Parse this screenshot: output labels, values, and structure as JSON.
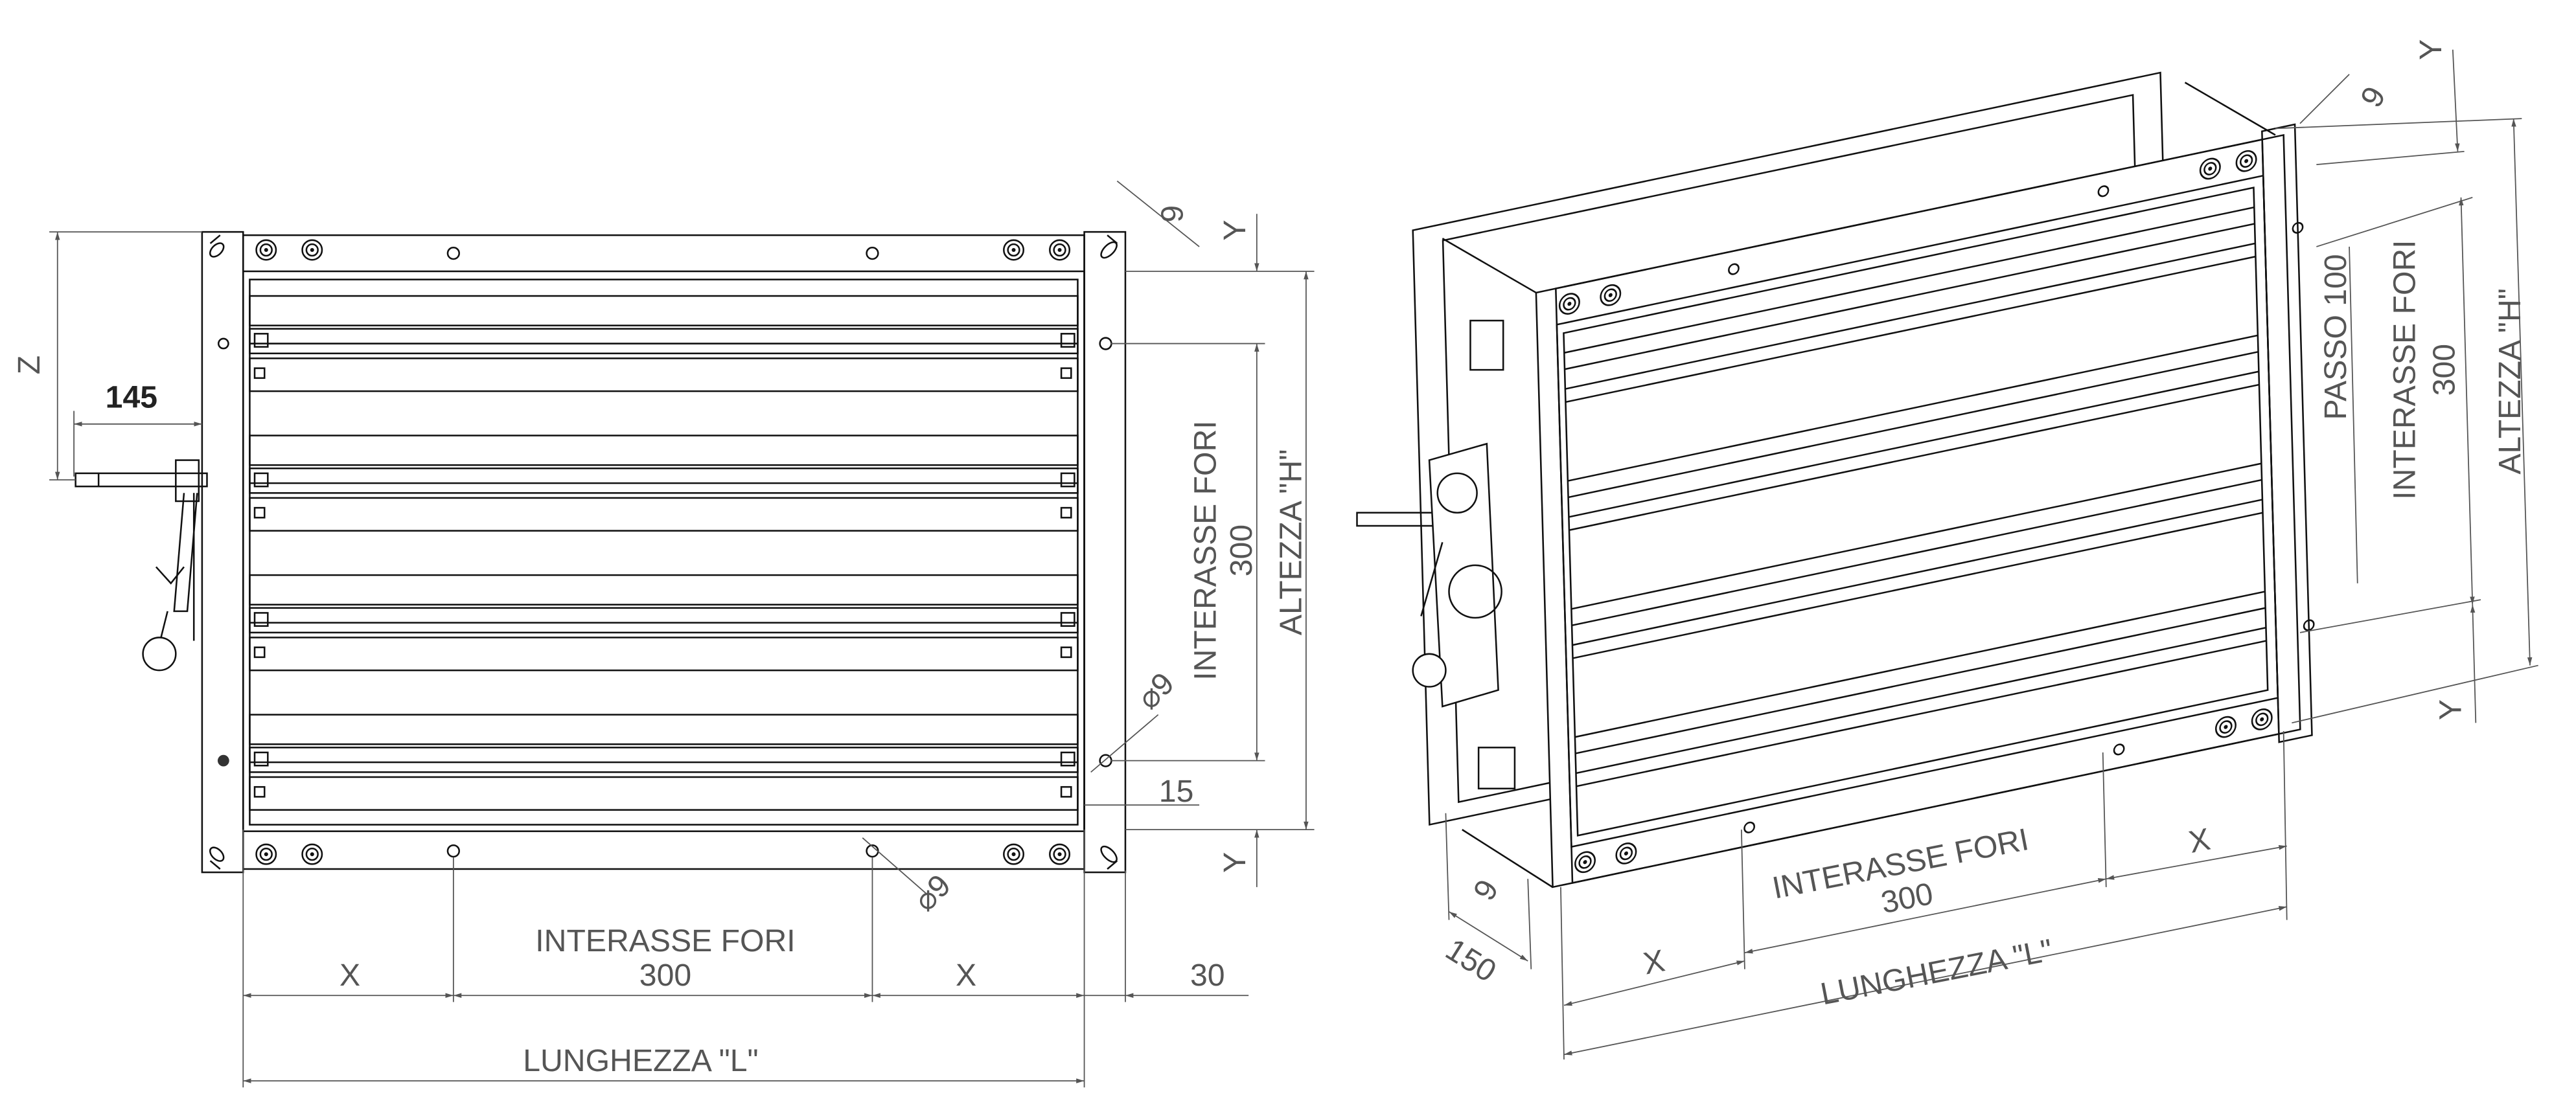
{
  "front_view": {
    "z_label": "Z",
    "handle_offset": "145",
    "slot_top": "9",
    "y_top": "Y",
    "y_bottom": "Y",
    "height_label": "ALTEZZA \"H\"",
    "hole_spacing_v_label": "INTERASSE FORI",
    "hole_spacing_v_value": "300",
    "hole_dia_right": "⌀9",
    "edge_15": "15",
    "hole_dia_bottom": "⌀9",
    "hole_spacing_h_label": "INTERASSE FORI",
    "hole_spacing_h_value": "300",
    "x_left": "X",
    "x_right": "X",
    "flange_30": "30",
    "length_label": "LUNGHEZZA \"L\""
  },
  "iso_view": {
    "y_top": "Y",
    "slot_top": "9",
    "pitch_label": "PASSO 100",
    "hole_spacing_v_label": "INTERASSE FORI",
    "hole_spacing_v_value": "300",
    "height_label": "ALTEZZA \"H\"",
    "y_bottom": "Y",
    "slot_bottom": "9",
    "depth": "150",
    "hole_spacing_h_label": "INTERASSE FORI",
    "hole_spacing_h_value": "300",
    "x_left": "X",
    "x_right": "X",
    "length_label": "LUNGHEZZA \"L\""
  }
}
